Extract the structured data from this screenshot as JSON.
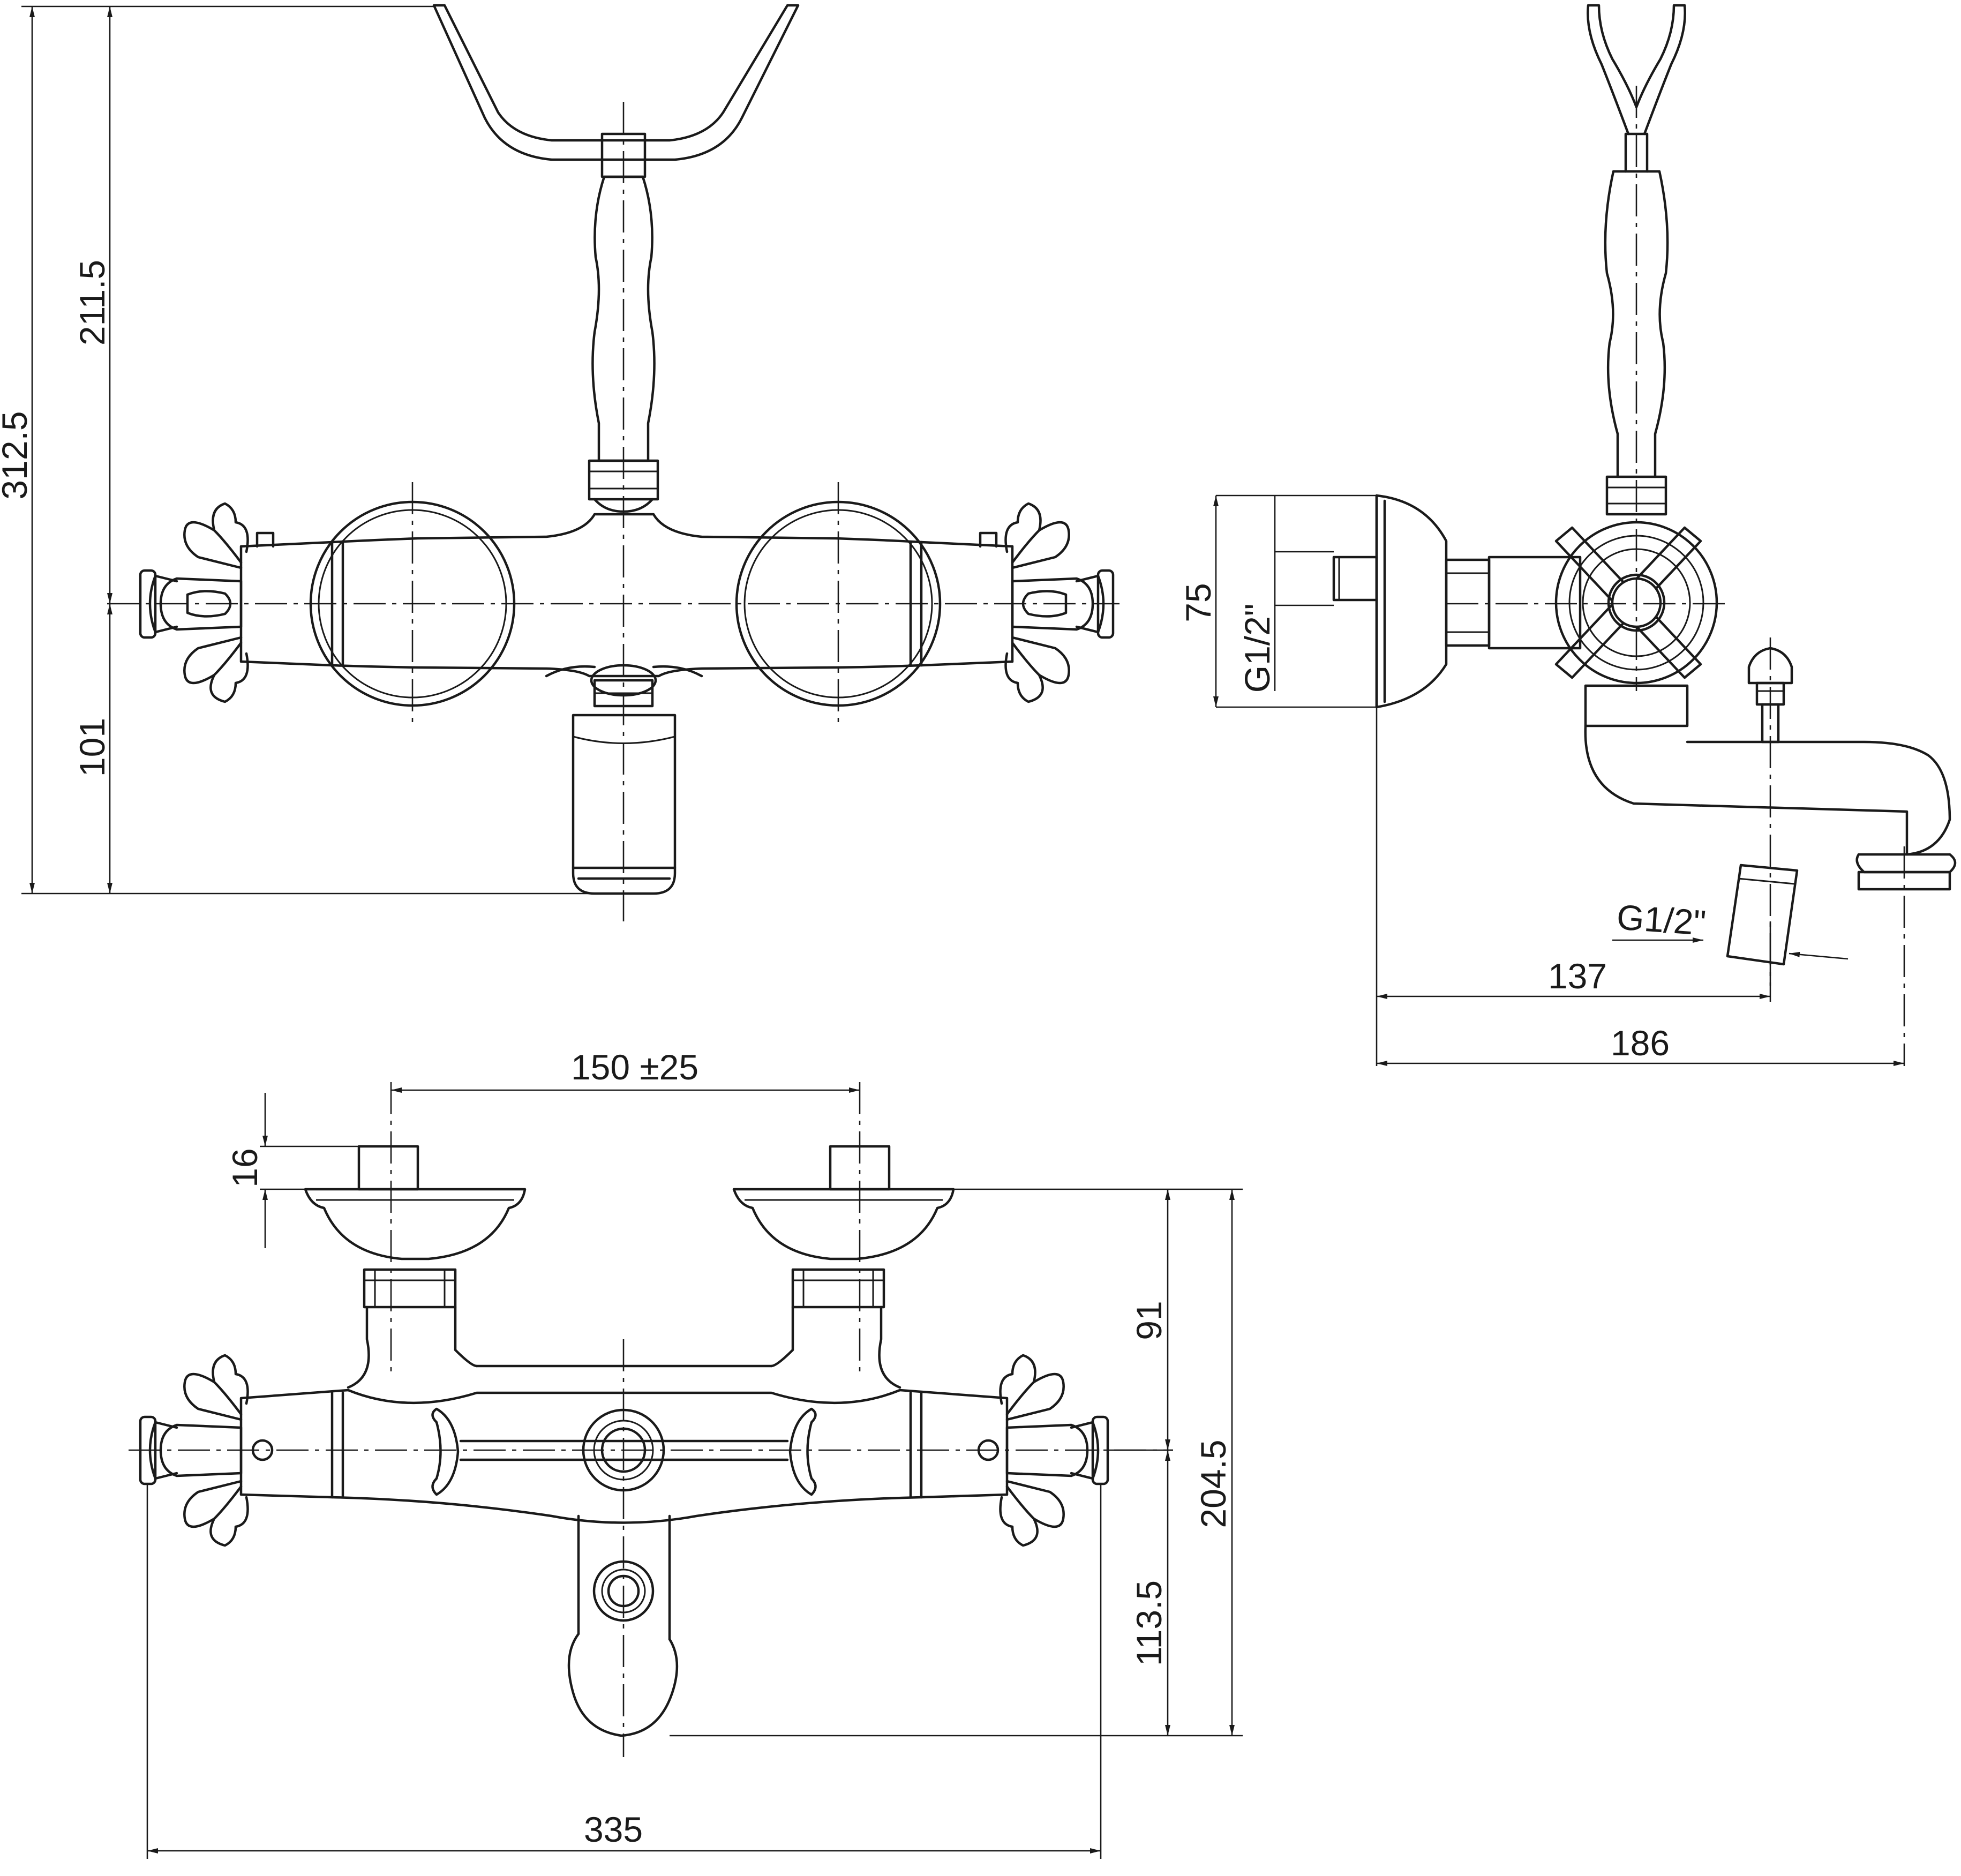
{
  "front_view": {
    "dim_total_height": "312.5",
    "dim_upper_height": "211.5",
    "dim_lower_height": "101"
  },
  "side_view": {
    "dim_outlet_height": "75",
    "dim_inlet_thread": "G1/2\"",
    "dim_spout_thread": "G1/2\"",
    "dim_spout_reach": "137",
    "dim_total_depth": "186"
  },
  "bottom_view": {
    "dim_inlet_spacing": "150 ±25",
    "dim_inlet_length": "16",
    "dim_body_offset": "91",
    "dim_total_height": "204.5",
    "dim_spout_offset": "113.5",
    "dim_total_width": "335"
  }
}
